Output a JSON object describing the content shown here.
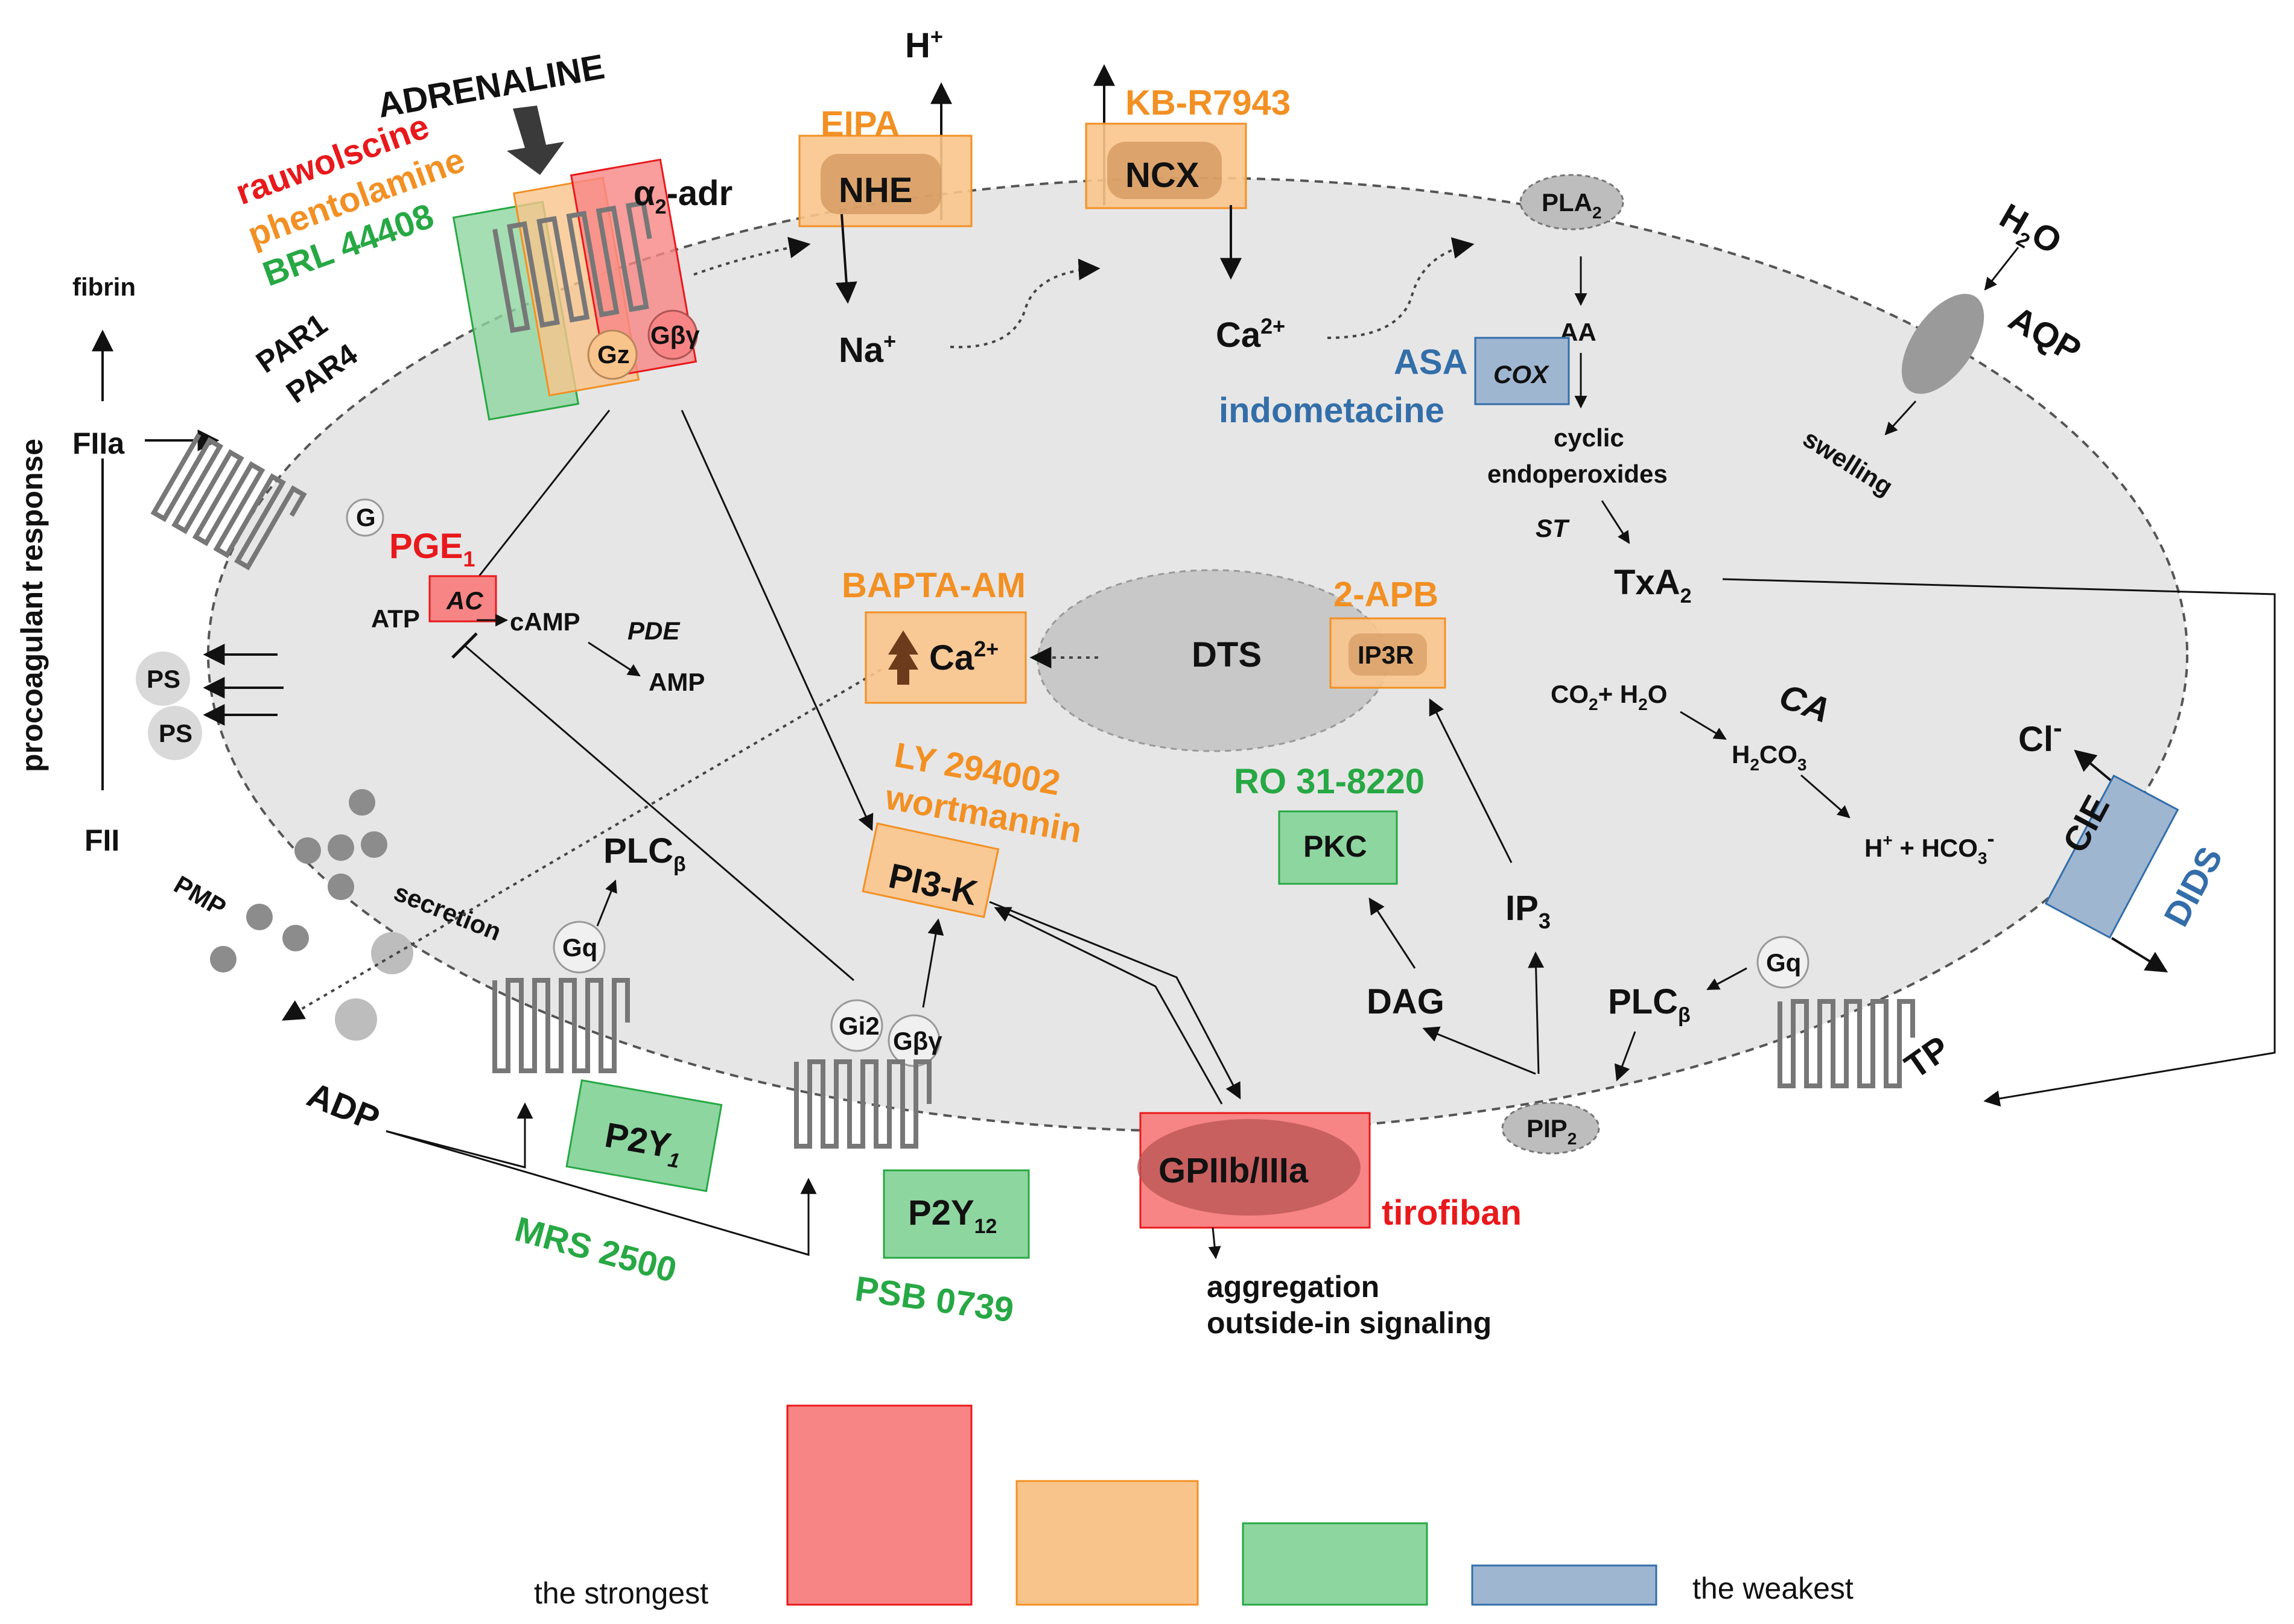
{
  "colors": {
    "strongest": "#f78585",
    "strong": "#f9c48c",
    "medium": "#8ed6a0",
    "weakest": "#9fb6d1",
    "red_text": "#e8191c",
    "orange_text": "#f29024",
    "green_text": "#27a844",
    "blue_text": "#336ea9",
    "cell": "#e6e6e6"
  },
  "side": {
    "procoagulant": "procoagulant response"
  },
  "labels": {
    "adrenaline": "ADRENALINE",
    "rauwolscine": "rauwolscine",
    "phentolamine": "phentolamine",
    "brl": "BRL 44408",
    "alpha2": "α",
    "alpha2_sub": "2",
    "alpha2_suffix": "-adr",
    "gz": "Gz",
    "gbg": "Gβγ",
    "fibrin": "fibrin",
    "par1": "PAR1",
    "par4": "PAR4",
    "fiia": "FIIa",
    "fii": "FII",
    "g": "G",
    "pge": "PGE",
    "pge_sub": "1",
    "ac": "AC",
    "atp": "ATP",
    "camp": "cAMP",
    "pde": "PDE",
    "amp": "AMP",
    "ps1": "PS",
    "ps2": "PS",
    "pmp": "PMP",
    "secretion": "secretion",
    "plcb1": "PLC",
    "plcb1_sub": "β",
    "gq1": "Gq",
    "adp": "ADP",
    "p2y1": "P2Y",
    "p2y1_sub": "1",
    "mrs": "MRS 2500",
    "gi2": "Gi2",
    "gbg2": "Gβγ",
    "p2y12": "P2Y",
    "p2y12_sub": "12",
    "psb": "PSB 0739",
    "h_plus": "H",
    "h_plus_sup": "+",
    "eipa": "EIPA",
    "nhe": "NHE",
    "na": "Na",
    "na_sup": "+",
    "kb": "KB-R7943",
    "ncx": "NCX",
    "ca": "Ca",
    "ca_sup": "2+",
    "bapta": "BAPTA-AM",
    "ca_in": "Ca",
    "ca_in_sup": "2+",
    "dts": "DTS",
    "apb": "2-APB",
    "ip3r": "IP3R",
    "ly": "LY 294002",
    "wort": "wortmannin",
    "pi3k": "PI3-K",
    "ro": "RO 31-8220",
    "pkc": "PKC",
    "ip3": "IP",
    "ip3_sub": "3",
    "dag": "DAG",
    "gp": "GPIIb/IIIa",
    "tirofiban": "tirofiban",
    "aggregation": "aggregation",
    "outside_in": "outside-in signaling",
    "pla2": "PLA",
    "pla2_sub": "2",
    "aa": "AA",
    "asa": "ASA",
    "cox": "COX",
    "indometacine": "indometacine",
    "cyclic": "cyclic",
    "endoperoxides": "endoperoxides",
    "st": "ST",
    "txa2": "TxA",
    "txa2_sub": "2",
    "h2o": "H",
    "h2o_sub": "2",
    "h2o_tail": "O",
    "aqp": "AQP",
    "swelling": "swelling",
    "co2": "CO",
    "co2_sub": "2",
    "plus_h2o": "+ H",
    "plus_h2o_sub": "2",
    "plus_h2o_tail": "O",
    "ca_enzyme": "CA",
    "h2co3": "H",
    "h2co3_sub1": "2",
    "h2co3_mid": "CO",
    "h2co3_sub2": "3",
    "hco3": "H",
    "hco3_sup": "+",
    "hco3_mid": " + HCO",
    "hco3_sub": "3",
    "hco3_sup2": "-",
    "cl": "Cl",
    "cl_sup": "-",
    "cie": "ClE",
    "dids": "DIDS",
    "gq2": "Gq",
    "plcb2": "PLC",
    "plcb2_sub": "β",
    "tp": "TP",
    "pip2": "PIP",
    "pip2_sub": "2"
  },
  "legend": {
    "strongest": "the strongest",
    "weakest": "the weakest"
  }
}
